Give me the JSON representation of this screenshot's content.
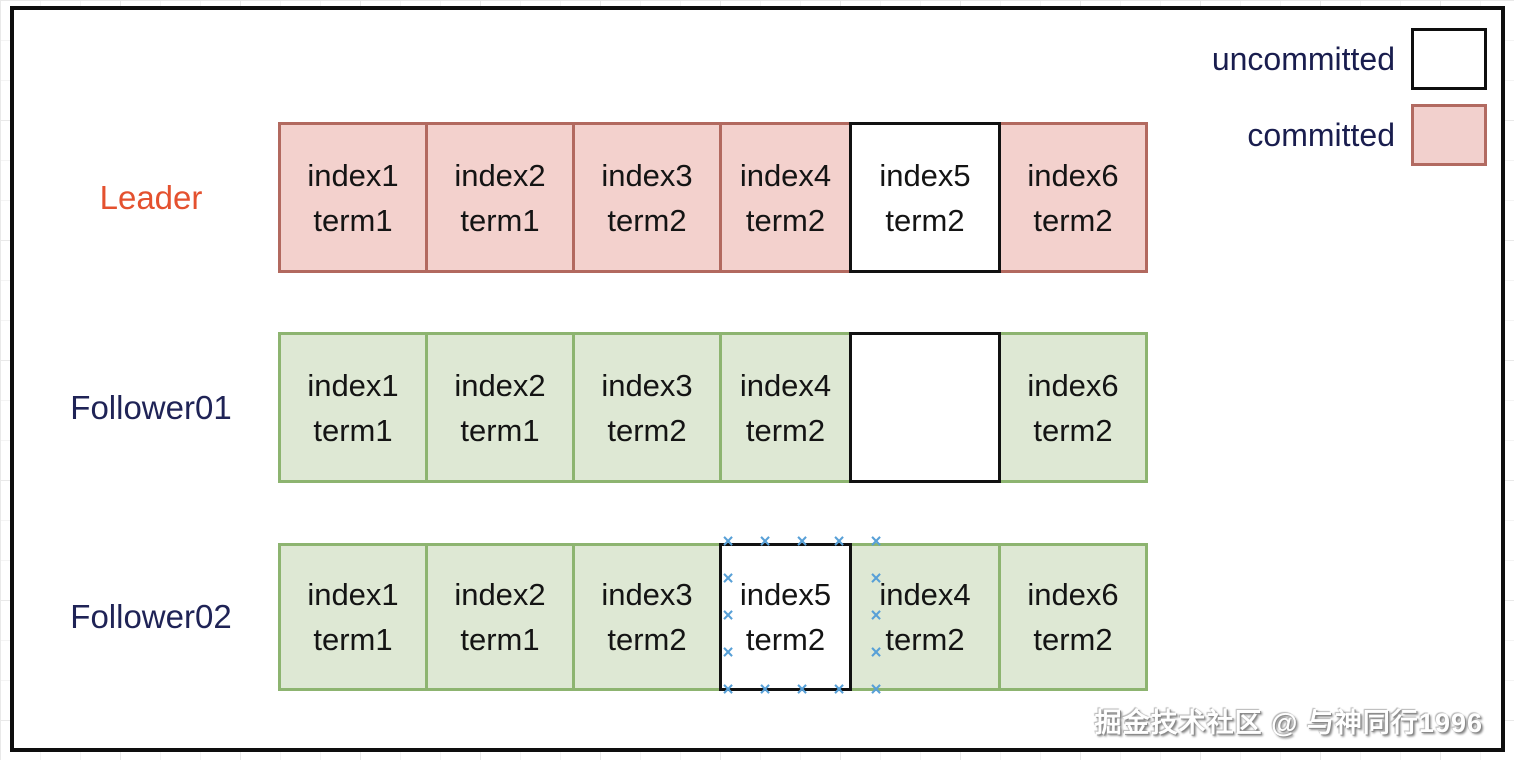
{
  "legend": {
    "uncommitted_label": "uncommitted",
    "committed_label": "committed"
  },
  "icons": {
    "x_mark": "×"
  },
  "colors": {
    "leader_committed_fill": "#f3d1cd",
    "leader_committed_border": "#b2695f",
    "follower_committed_fill": "#dee8d4",
    "follower_committed_border": "#8db470",
    "uncommitted_fill": "#ffffff",
    "uncommitted_border": "#111111",
    "leader_label_color": "#e4512f",
    "follower_label_color": "#1f2356",
    "connection_point_color": "#58a0d7"
  },
  "rows": [
    {
      "label": "Leader",
      "cells": [
        {
          "line1": "index1",
          "line2": "term1",
          "state": "committed"
        },
        {
          "line1": "index2",
          "line2": "term1",
          "state": "committed"
        },
        {
          "line1": "index3",
          "line2": "term2",
          "state": "committed"
        },
        {
          "line1": "index4",
          "line2": "term2",
          "state": "committed"
        },
        {
          "line1": "index5",
          "line2": "term2",
          "state": "uncommitted"
        },
        {
          "line1": "index6",
          "line2": "term2",
          "state": "committed"
        }
      ]
    },
    {
      "label": "Follower01",
      "cells": [
        {
          "line1": "index1",
          "line2": "term1",
          "state": "committed"
        },
        {
          "line1": "index2",
          "line2": "term1",
          "state": "committed"
        },
        {
          "line1": "index3",
          "line2": "term2",
          "state": "committed"
        },
        {
          "line1": "index4",
          "line2": "term2",
          "state": "committed"
        },
        {
          "line1": "",
          "line2": "",
          "state": "uncommitted-empty"
        },
        {
          "line1": "index6",
          "line2": "term2",
          "state": "committed"
        }
      ]
    },
    {
      "label": "Follower02",
      "cells": [
        {
          "line1": "index1",
          "line2": "term1",
          "state": "committed"
        },
        {
          "line1": "index2",
          "line2": "term1",
          "state": "committed"
        },
        {
          "line1": "index3",
          "line2": "term2",
          "state": "committed"
        },
        {
          "line1": "index5",
          "line2": "term2",
          "state": "uncommitted-selected"
        },
        {
          "line1": "index4",
          "line2": "term2",
          "state": "committed"
        },
        {
          "line1": "index6",
          "line2": "term2",
          "state": "committed"
        }
      ]
    }
  ],
  "watermark": "掘金技术社区 @ 与神同行1996"
}
